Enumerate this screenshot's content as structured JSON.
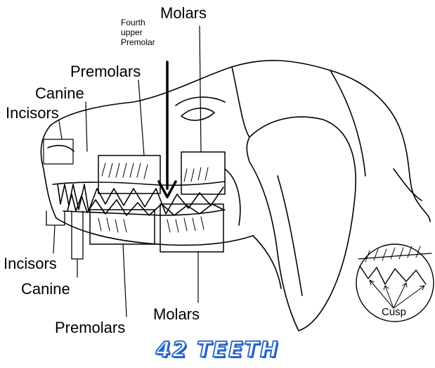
{
  "labels": {
    "fourth_upper_premolar_line1": "Fourth",
    "fourth_upper_premolar_line2": "upper",
    "fourth_upper_premolar_line3": "Premolar",
    "molars_top": "Molars",
    "premolars_top": "Premolars",
    "canine_top": "Canine",
    "incisors_top": "Incisors",
    "incisors_bottom": "Incisors",
    "canine_bottom": "Canine",
    "premolars_bottom": "Premolars",
    "molars_bottom": "Molars",
    "cusp": "Cusp"
  },
  "caption": "42 TEETH",
  "colors": {
    "line": "#000000",
    "caption_fill": "#ffffff",
    "caption_stroke": "#2f6fd0"
  }
}
